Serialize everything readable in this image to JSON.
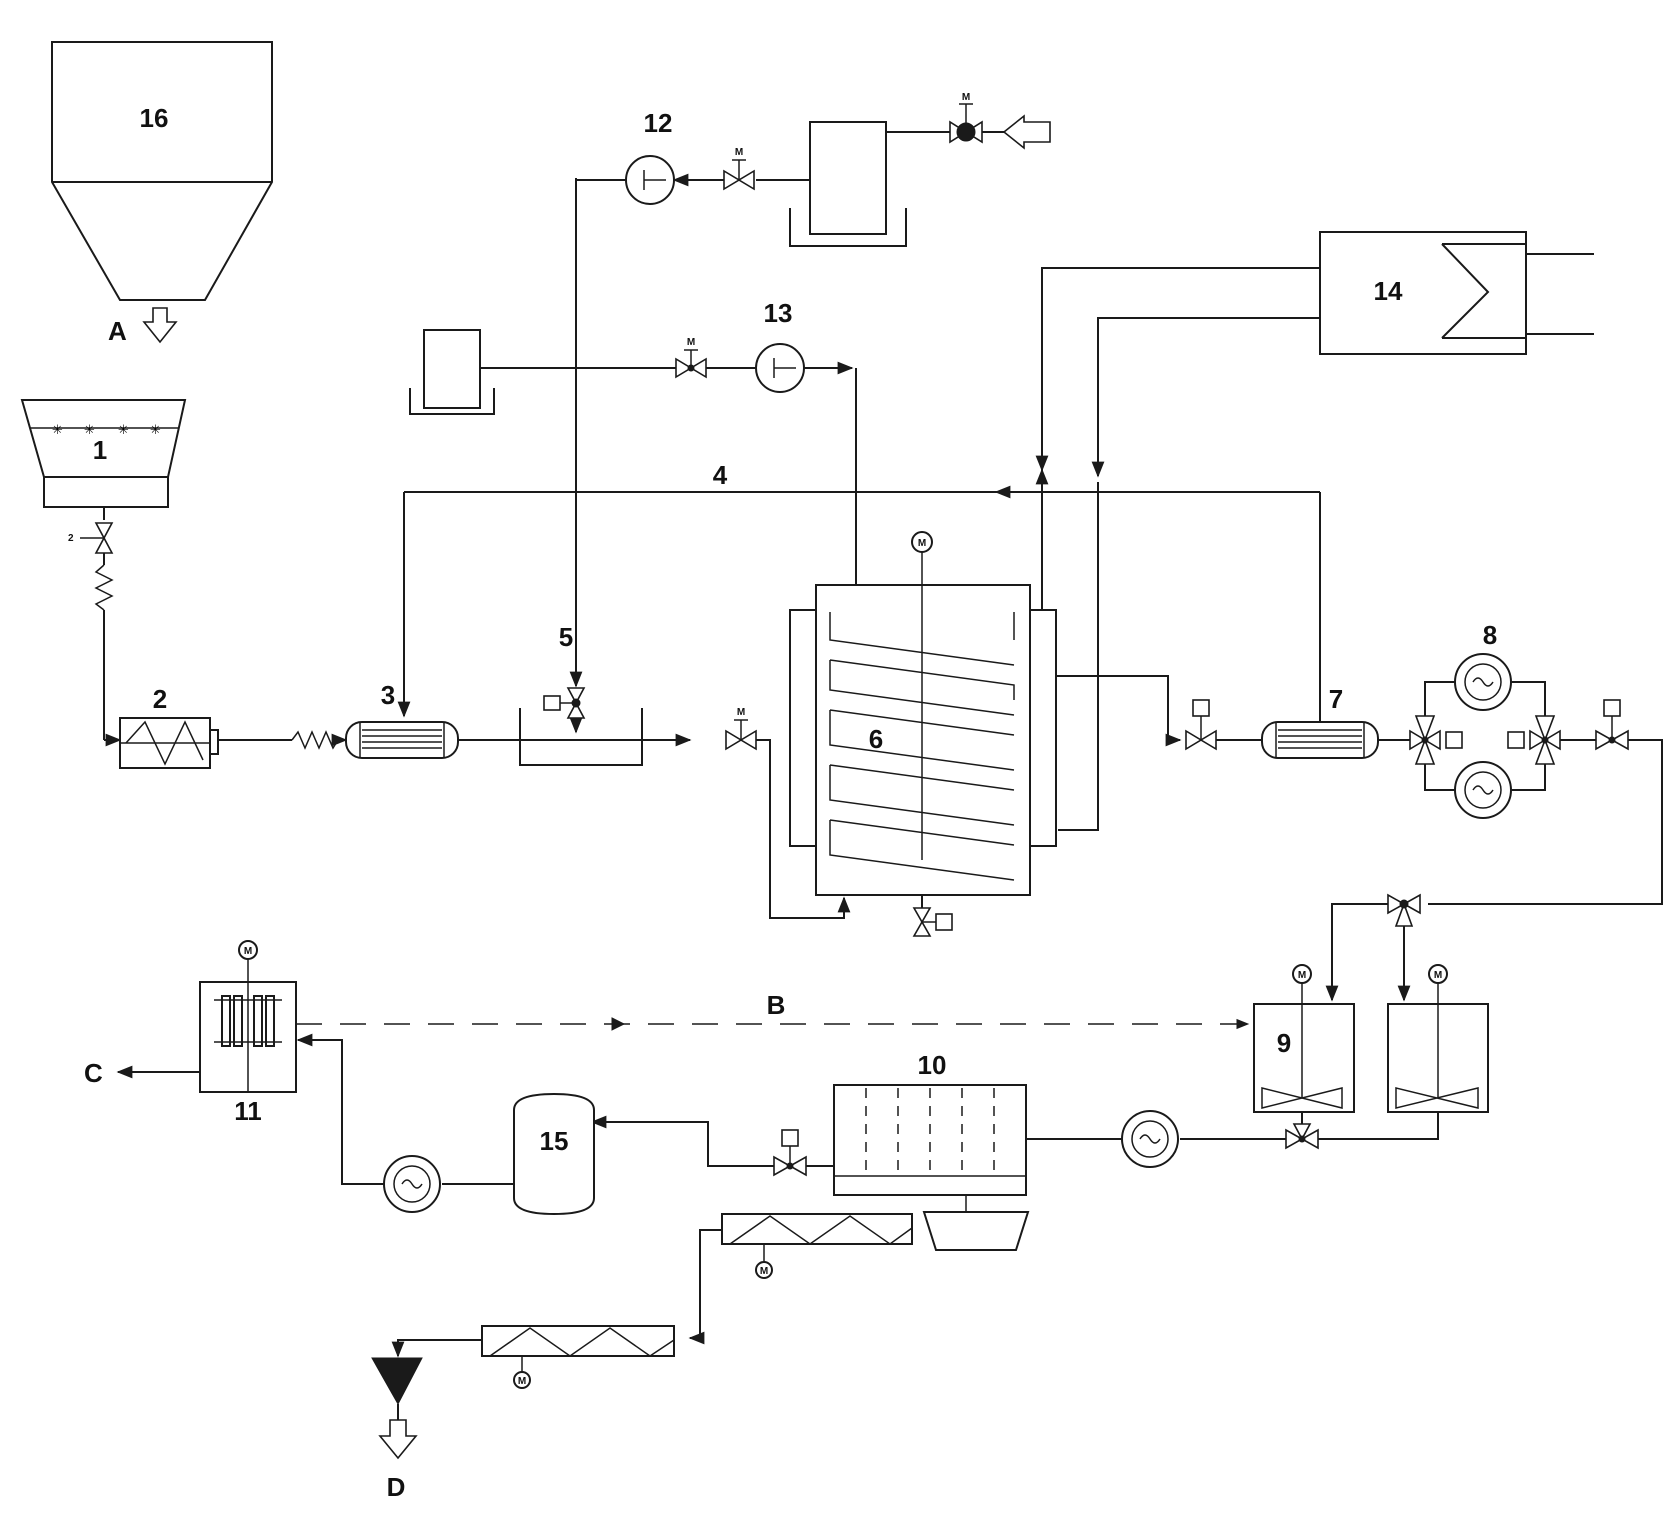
{
  "labels": {
    "u1": "1",
    "u2": "2",
    "u3": "3",
    "u4": "4",
    "u5": "5",
    "u6": "6",
    "u7": "7",
    "u8": "8",
    "u9": "9",
    "u10": "10",
    "u11": "11",
    "u12": "12",
    "u13": "13",
    "u14": "14",
    "u15": "15",
    "u16": "16",
    "A": "A",
    "B": "B",
    "C": "C",
    "D": "D"
  },
  "motor_mark": "M",
  "small_valve_mark": "2"
}
